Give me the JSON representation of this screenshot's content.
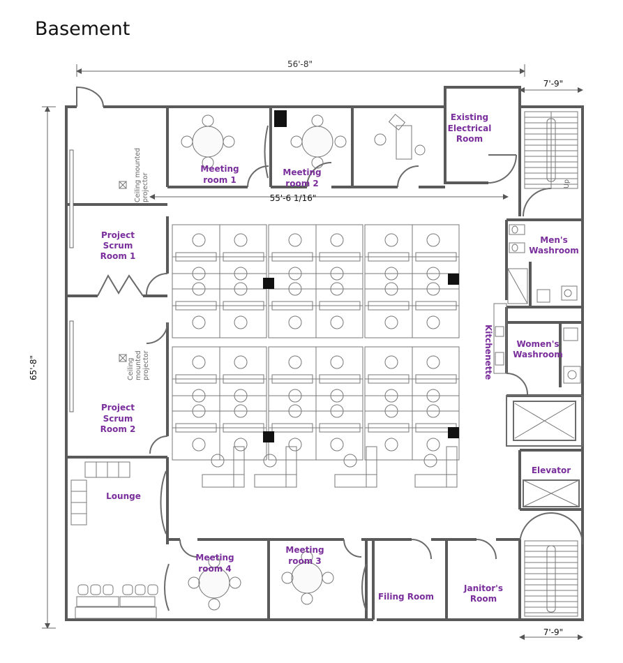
{
  "title": "Basement",
  "dimensions": {
    "top_width": "56'-8\"",
    "left_height": "65'-8\"",
    "inner_width": "55'-6 1/16\"",
    "stair_top": "7'-9\"",
    "stair_bottom": "7'-9\""
  },
  "rooms": {
    "meeting1": [
      "Meeting",
      "room 1"
    ],
    "meeting2": [
      "Meeting",
      "room 2"
    ],
    "electrical": [
      "Existing",
      "Electrical",
      "Room"
    ],
    "scrum1": [
      "Project",
      "Scrum",
      "Room 1"
    ],
    "scrum2": [
      "Project",
      "Scrum",
      "Room 2"
    ],
    "mens": [
      "Men's",
      "Washroom"
    ],
    "womens": [
      "Women's",
      "Washroom"
    ],
    "kitchenette": "Kitchenette",
    "elevator": "Elevator",
    "lounge": "Lounge",
    "meeting4": [
      "Meeting",
      "room 4"
    ],
    "meeting3": [
      "Meeting",
      "room 3"
    ],
    "filing": "Filing Room",
    "janitor": [
      "Janitor's",
      "Room"
    ]
  },
  "notes": {
    "projector1": [
      "Ceiling mounted",
      "projector"
    ],
    "projector2": [
      "Ceiling",
      "mounted",
      "projector"
    ],
    "stair_up": "Up"
  }
}
